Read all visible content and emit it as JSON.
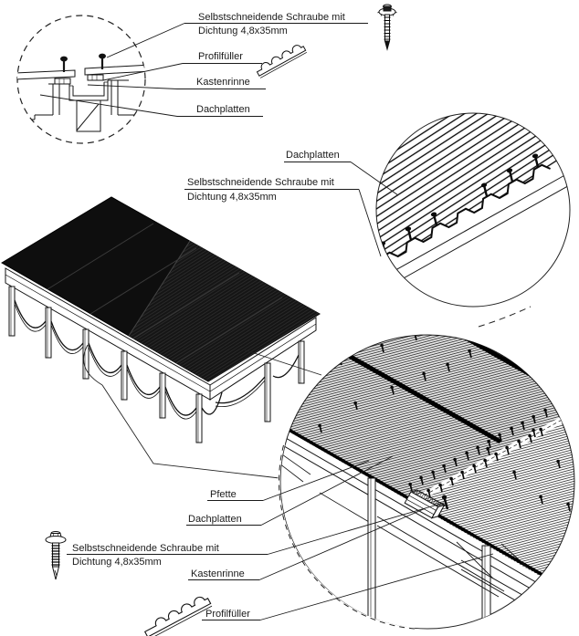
{
  "drawing": {
    "kind": "technical assembly diagram (carport roof, detail callouts)",
    "background": "#ffffff",
    "line_color": "#1a1a1a"
  },
  "labels": {
    "screw_line1": "Selbstschneidende Schraube mit",
    "screw_line2": "Dichtung 4,8x35mm",
    "profile_filler": "Profilfüller",
    "box_gutter": "Kastenrinne",
    "roof_panels": "Dachplatten",
    "purlin": "Pfette"
  },
  "callouts": {
    "top": [
      {
        "lines": [
          "Selbstschneidende Schraube mit",
          "Dichtung 4,8x35mm"
        ]
      },
      {
        "lines": [
          "Profilfüller"
        ]
      },
      {
        "lines": [
          "Kastenrinne"
        ]
      },
      {
        "lines": [
          "Dachplatten"
        ]
      }
    ],
    "middle": [
      {
        "lines": [
          "Dachplatten"
        ]
      },
      {
        "lines": [
          "Selbstschneidende Schraube mit",
          "Dichtung 4,8x35mm"
        ]
      }
    ],
    "bottom": [
      {
        "lines": [
          "Pfette"
        ]
      },
      {
        "lines": [
          "Dachplatten"
        ]
      },
      {
        "lines": [
          "Selbstschneidende Schraube mit",
          "Dichtung 4,8x35mm"
        ]
      },
      {
        "lines": [
          "Kastenrinne"
        ]
      },
      {
        "lines": [
          "Profilfüller"
        ]
      }
    ]
  },
  "icons": {
    "screw": "self-tapping-screw-icon",
    "profile_filler": "profile-filler-icon"
  }
}
